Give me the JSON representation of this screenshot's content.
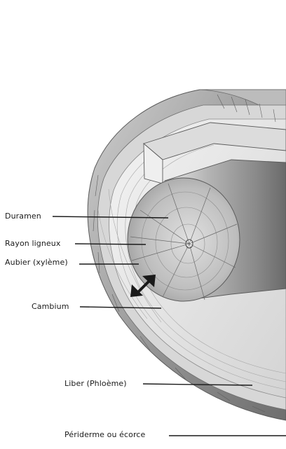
{
  "labels": {
    "duramen": "Duramen",
    "rayon": "Rayon ligneux",
    "aubier": "Aubier (xylème)",
    "cambium": "Cambium",
    "liber": "Liber (Phloème)",
    "periderme": "Périderme ou écorce"
  },
  "colors": {
    "ink": "#1a1a1a",
    "pencil_dark": "#5a5a5a",
    "pencil_mid": "#8e8e8e",
    "pencil_light": "#cfcfcf"
  }
}
